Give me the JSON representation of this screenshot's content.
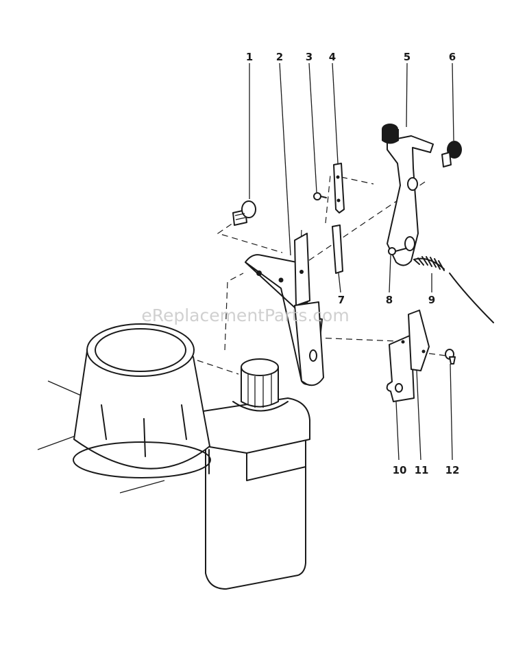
{
  "watermark": "eReplacementParts.com",
  "callouts": [
    {
      "id": "1",
      "label": "1"
    },
    {
      "id": "2",
      "label": "2"
    },
    {
      "id": "3",
      "label": "3"
    },
    {
      "id": "4",
      "label": "4"
    },
    {
      "id": "5",
      "label": "5"
    },
    {
      "id": "6",
      "label": "6"
    },
    {
      "id": "7",
      "label": "7"
    },
    {
      "id": "8",
      "label": "8"
    },
    {
      "id": "9",
      "label": "9"
    },
    {
      "id": "10",
      "label": "10"
    },
    {
      "id": "11",
      "label": "11"
    },
    {
      "id": "12",
      "label": "12"
    }
  ]
}
